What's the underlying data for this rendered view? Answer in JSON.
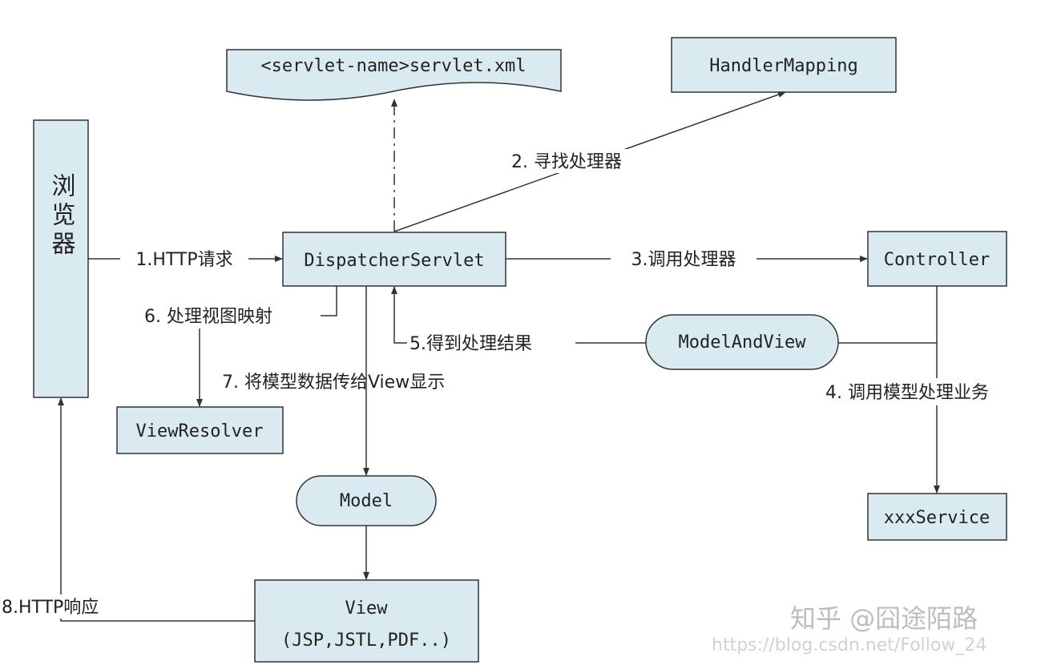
{
  "colors": {
    "box_fill": "#d9ebf0",
    "stroke": "#333333",
    "watermark": "#bdbdbd"
  },
  "nodes": {
    "config_file": "<servlet-name>servlet.xml",
    "handler_mapping": "HandlerMapping",
    "browser": "浏览器",
    "dispatcher": "DispatcherServlet",
    "controller": "Controller",
    "model_and_view": "ModelAndView",
    "view_resolver": "ViewResolver",
    "model": "Model",
    "view_line1": "View",
    "view_line2": "(JSP,JSTL,PDF..)",
    "service": "xxxService"
  },
  "edges": {
    "e1": "1.HTTP请求",
    "e2": "2. 寻找处理器",
    "e3": "3.调用处理器",
    "e4": "4. 调用模型处理业务",
    "e5": "5.得到处理结果",
    "e6": "6. 处理视图映射",
    "e7": "7. 将模型数据传给View显示",
    "e8": "8.HTTP响应"
  },
  "watermark": {
    "brand": "知乎 @囧途陌路",
    "url": "https://blog.csdn.net/Follow_24"
  }
}
